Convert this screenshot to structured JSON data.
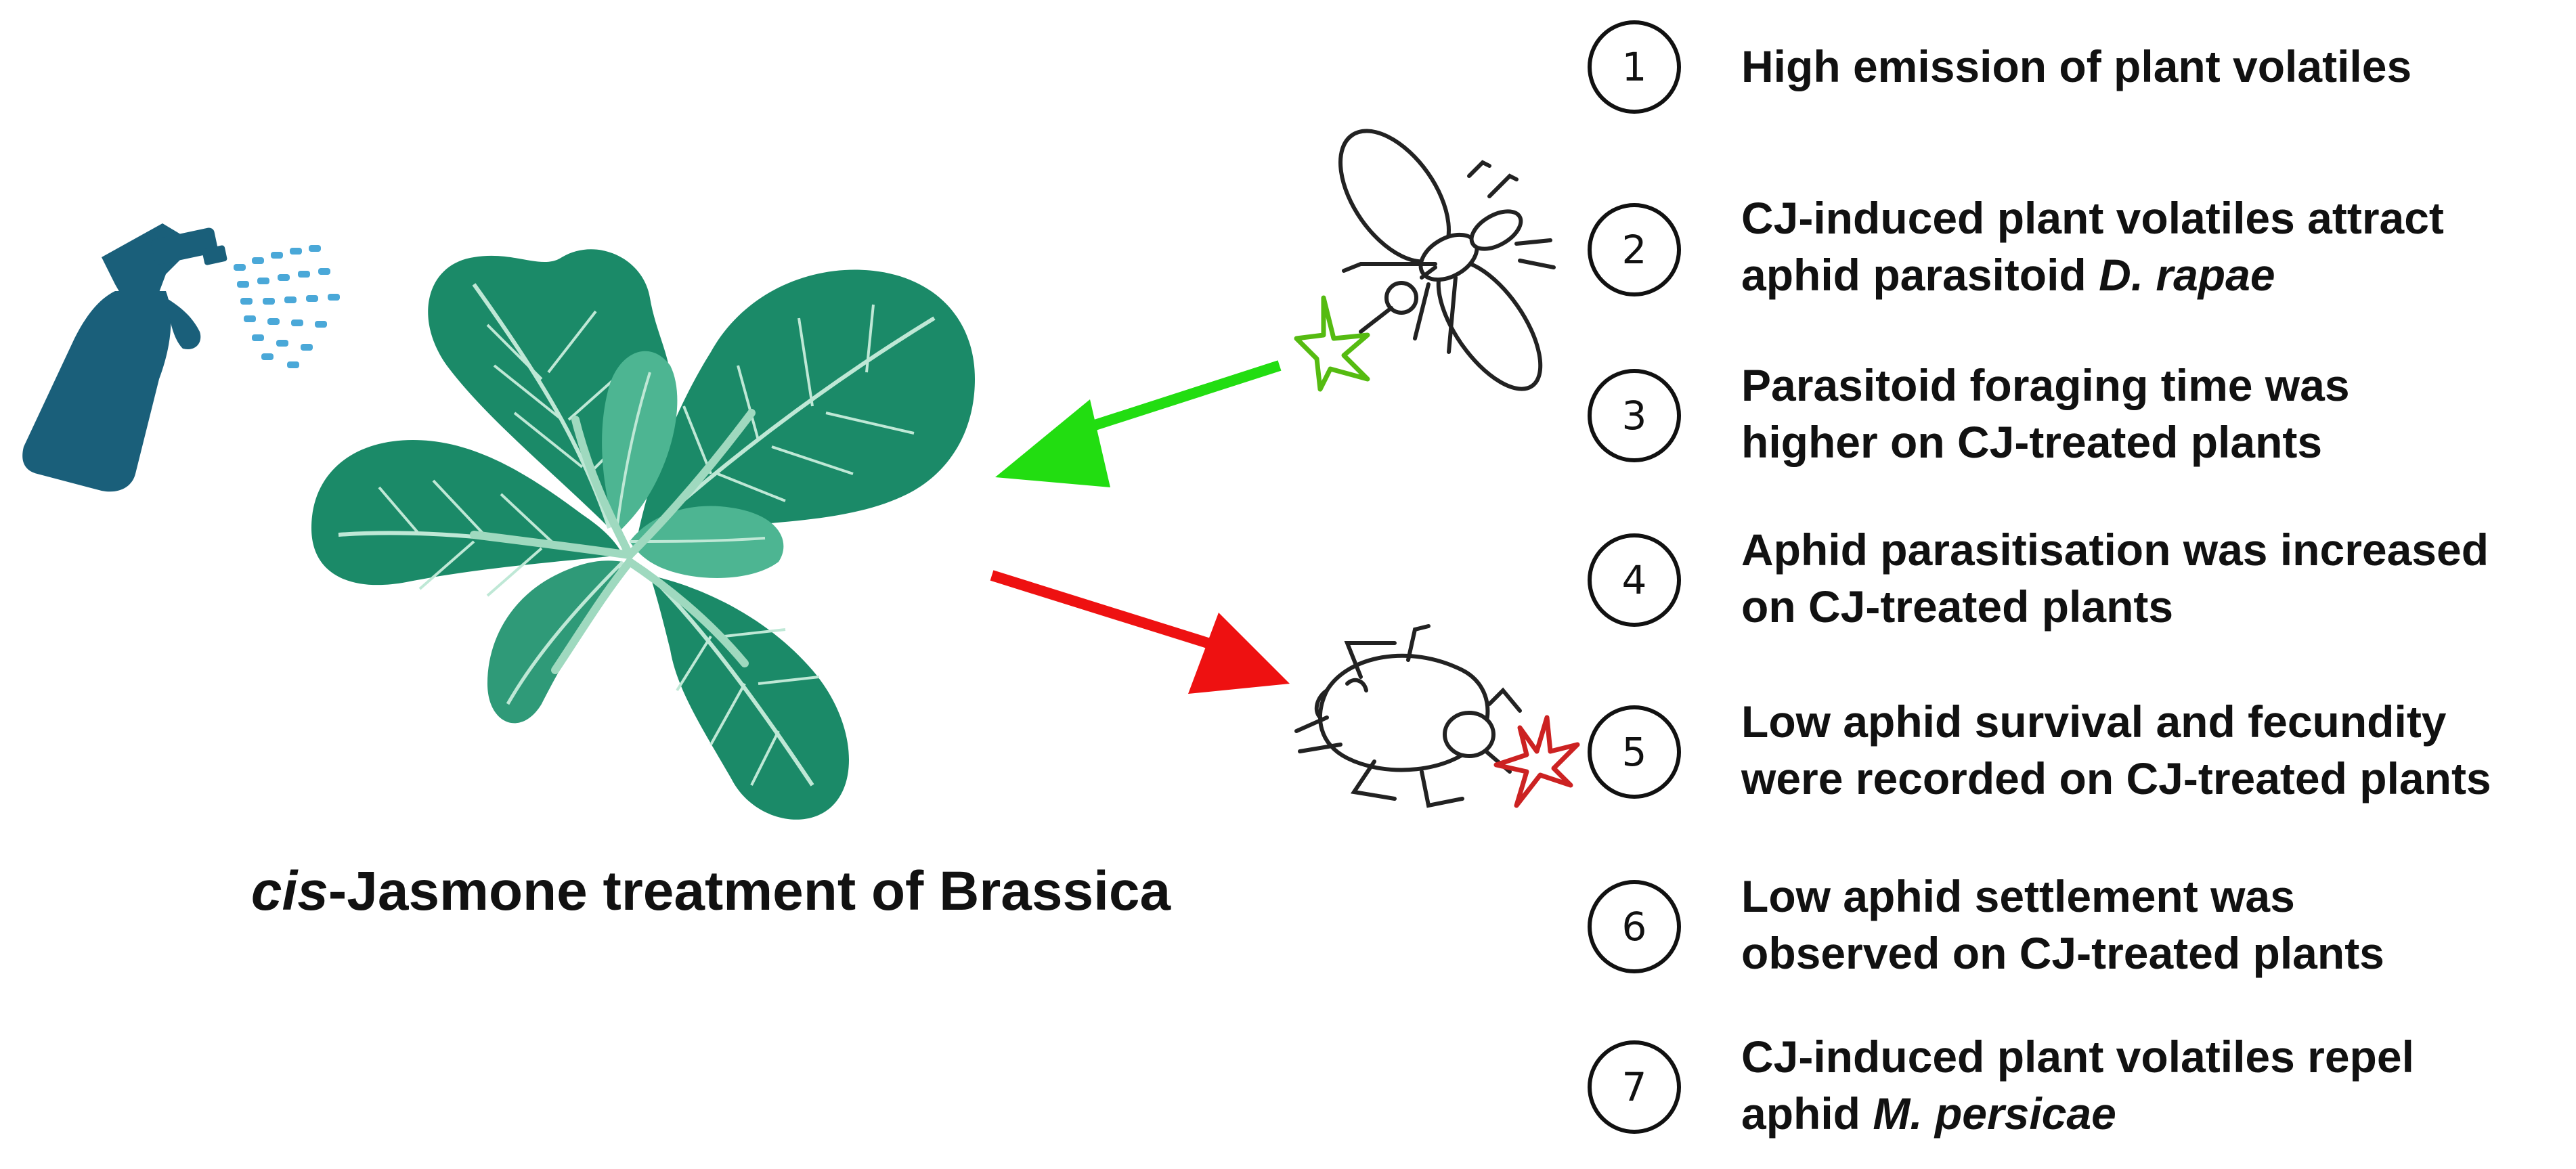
{
  "caption": {
    "italic": "cis",
    "rest": "-Jasmone treatment of Brassica"
  },
  "steps": [
    {
      "number": "1",
      "line1": "High emission of plant volatiles"
    },
    {
      "number": "2",
      "line1": "CJ-induced plant volatiles attract",
      "line2": "aphid parasitoid ",
      "line2_italic": "D. rapae"
    },
    {
      "number": "3",
      "line1": "Parasitoid foraging time was",
      "line2": "higher on CJ-treated plants"
    },
    {
      "number": "4",
      "line1": "Aphid parasitisation was increased",
      "line2": "on CJ-treated plants"
    },
    {
      "number": "5",
      "line1": "Low aphid survival and fecundity",
      "line2": "were recorded on CJ-treated plants"
    },
    {
      "number": "6",
      "line1": "Low aphid settlement was",
      "line2": "observed on CJ-treated plants"
    },
    {
      "number": "7",
      "line1": "CJ-induced plant volatiles repel",
      "line2": "aphid ",
      "line2_italic": "M. persicae"
    }
  ],
  "colors": {
    "sprayer": "#1a5f7a",
    "spray_mist": "#4aa8d8",
    "leaf_dark": "#1b8a68",
    "leaf_mid": "#2f9a78",
    "leaf_light": "#4db592",
    "vein": "#bfe8d6",
    "attract_arrow": "#22dd11",
    "repel_arrow": "#ee1111",
    "parasitoid_star": "#55bb11",
    "aphid_star": "#cc2222"
  },
  "icons": [
    "spray-bottle-icon",
    "brassica-plant-icon",
    "parasitoid-wasp-icon",
    "aphid-icon"
  ]
}
